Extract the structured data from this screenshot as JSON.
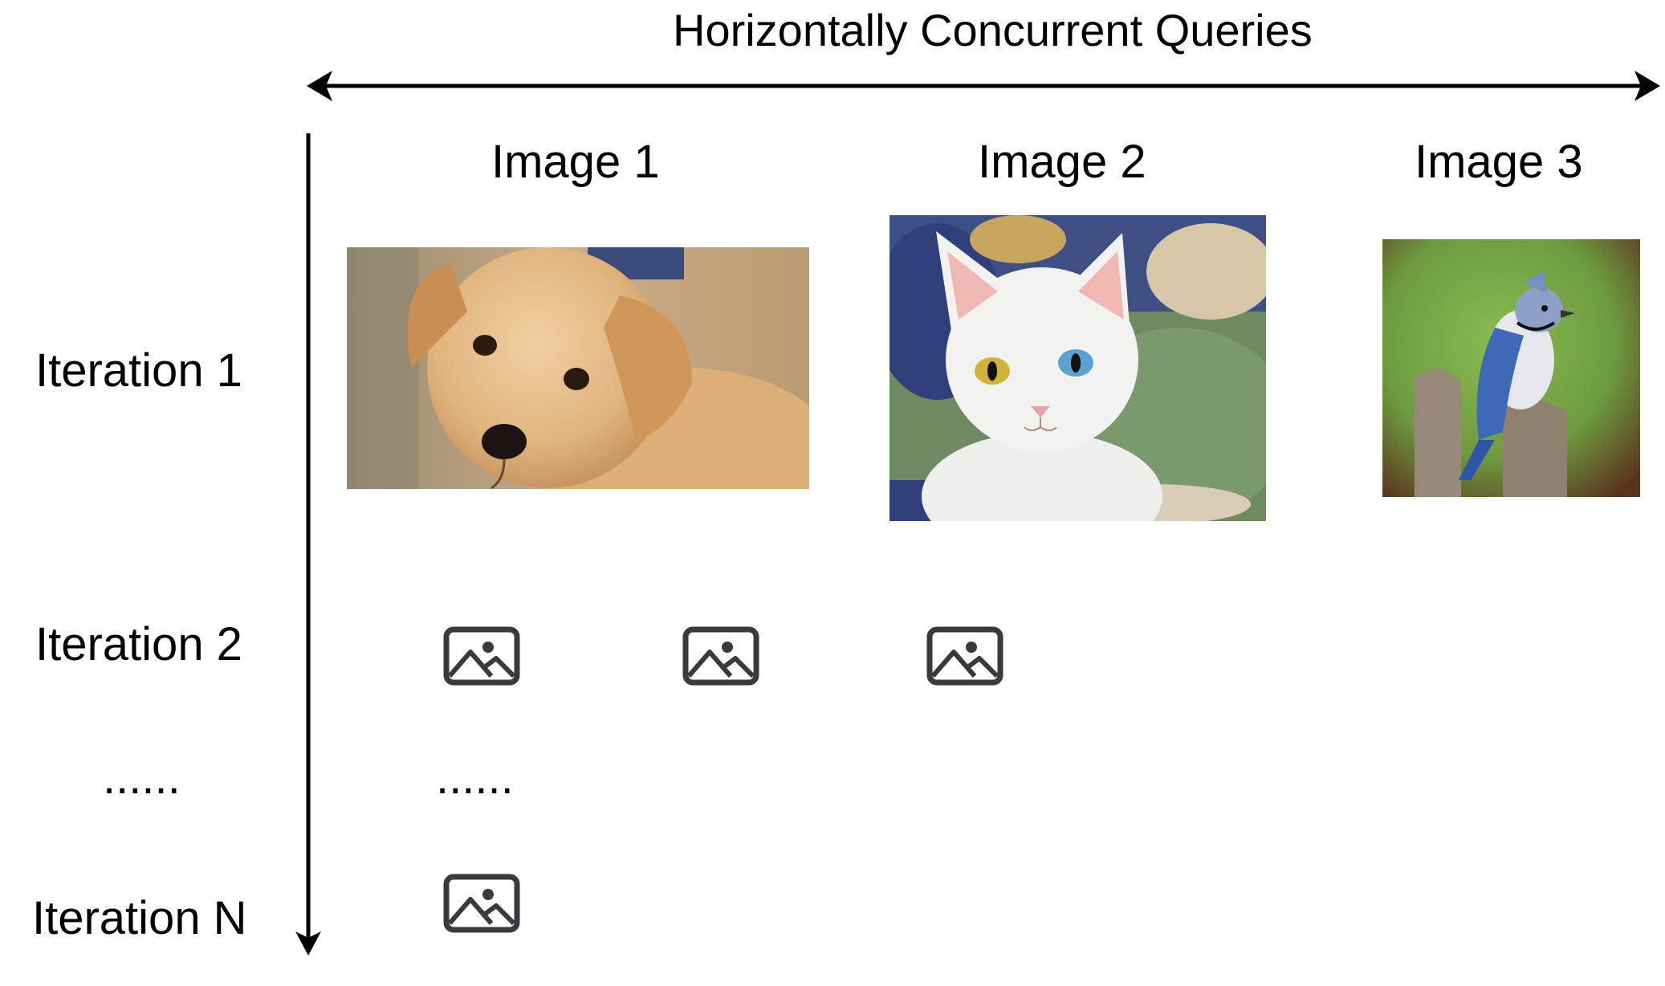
{
  "title": "Horizontally Concurrent Queries",
  "columns": [
    {
      "label": "Image 1"
    },
    {
      "label": "Image 2"
    },
    {
      "label": "Image 3"
    }
  ],
  "rows": [
    {
      "label": "Iteration 1"
    },
    {
      "label": "Iteration 2"
    },
    {
      "label": "......"
    },
    {
      "label": "Iteration N"
    }
  ],
  "grid_ellipsis": "......",
  "images": [
    {
      "subject": "puppy",
      "icon": "dog-photo"
    },
    {
      "subject": "white cat with heterochromatic eyes",
      "icon": "cat-photo"
    },
    {
      "subject": "blue jay on fence post",
      "icon": "bird-photo"
    }
  ],
  "placeholder_icon": "image-icon",
  "colors": {
    "arrow": "#000000",
    "icon": "#3a3a3e"
  }
}
